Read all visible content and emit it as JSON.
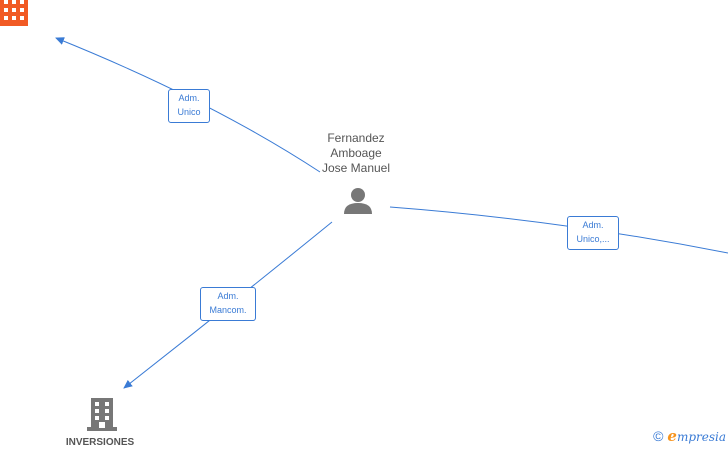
{
  "person": {
    "name_lines": [
      "Fernandez",
      "Amboage",
      "Jose Manuel"
    ],
    "icon": "person-icon"
  },
  "companies": [
    {
      "label": "",
      "icon": "building-icon",
      "color": "#f15a24"
    },
    {
      "label": "INVERSIONES",
      "icon": "building-icon",
      "color": "#777777"
    }
  ],
  "edges": [
    {
      "lines": [
        "Adm.",
        "Unico"
      ]
    },
    {
      "lines": [
        "Adm.",
        "Unico,..."
      ]
    },
    {
      "lines": [
        "Adm.",
        "Mancom."
      ]
    }
  ],
  "colors": {
    "edge": "#3a7bd5",
    "text": "#555555",
    "highlight_company": "#f15a24",
    "company": "#777777"
  },
  "brand": {
    "copyright": "©",
    "logo_initial": "e",
    "logo_rest": "mpresia"
  }
}
